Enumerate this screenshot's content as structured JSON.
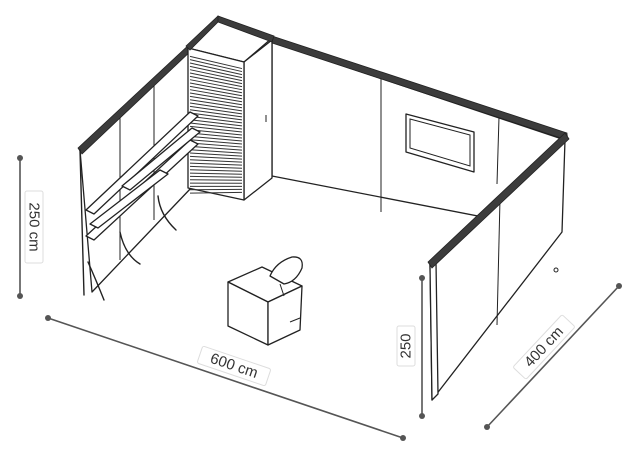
{
  "dimensions": {
    "left_height": "250 cm",
    "front_height": "250",
    "width": "600 cm",
    "depth": "400 cm"
  },
  "colors": {
    "line": "#222222",
    "dimension_line": "#555555",
    "background": "#ffffff"
  }
}
